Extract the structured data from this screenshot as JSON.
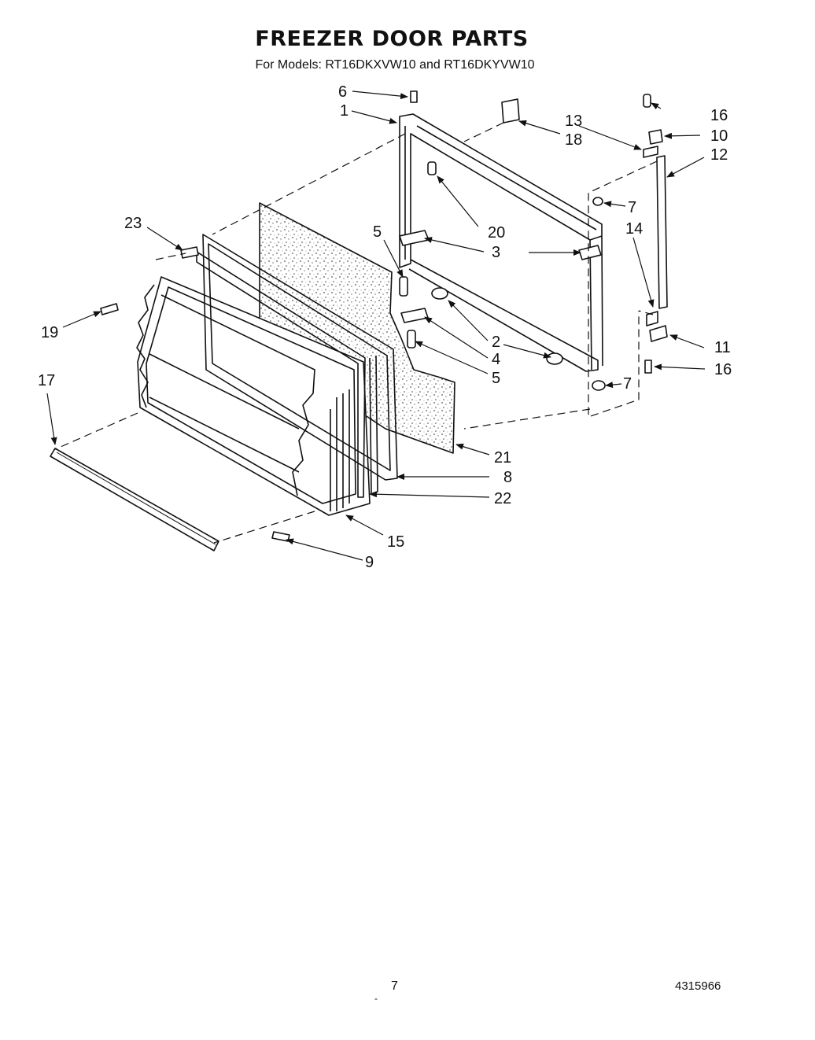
{
  "title": "FREEZER DOOR PARTS",
  "subtitle": "For Models: RT16DKXVW10 and RT16DKYVW10",
  "page_number": "7",
  "document_number": "4315966",
  "footer_mark": "-",
  "callouts": {
    "p1": "1",
    "p2": "2",
    "p3": "3",
    "p4": "4",
    "p5a": "5",
    "p5b": "5",
    "p6": "6",
    "p7a": "7",
    "p7b": "7",
    "p8": "8",
    "p9": "9",
    "p10": "10",
    "p11": "11",
    "p12": "12",
    "p13": "13",
    "p14": "14",
    "p15": "15",
    "p16a": "16",
    "p16b": "16",
    "p17": "17",
    "p18": "18",
    "p19": "19",
    "p20": "20",
    "p21": "21",
    "p22": "22",
    "p23": "23"
  }
}
